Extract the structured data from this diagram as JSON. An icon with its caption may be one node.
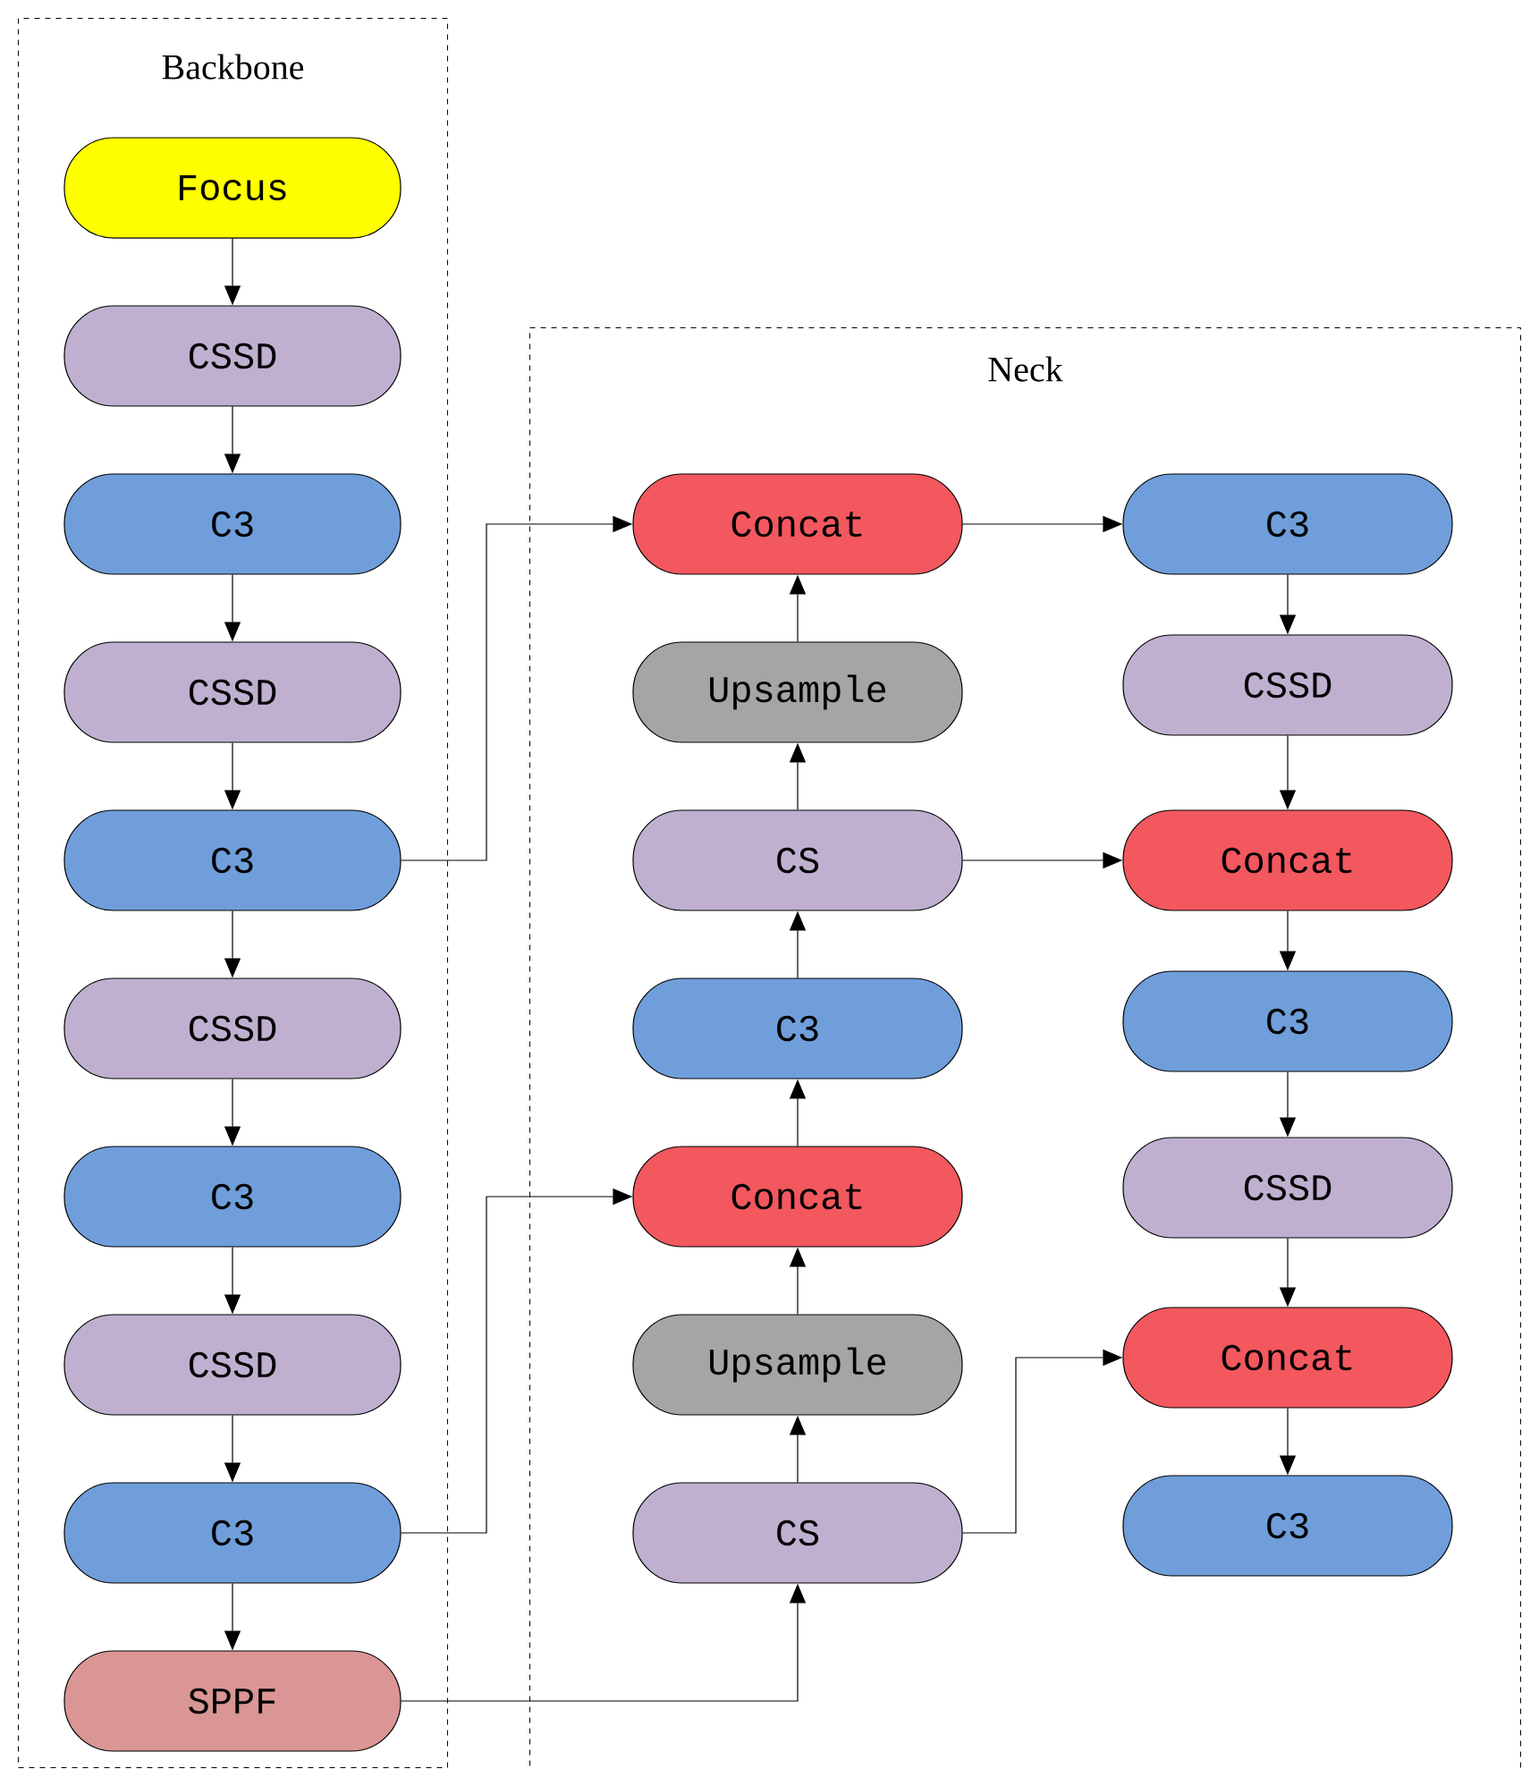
{
  "diagram": {
    "nodes": [
      {
        "text": [
          "Backbone"
        ]
      },
      {
        "text": [
          "Focus"
        ],
        "in": 0
      },
      {
        "text": [
          "CSSD"
        ],
        "in": 0
      },
      {
        "text": [
          "C3"
        ],
        "in": 0
      },
      {
        "text": [
          "CSSD"
        ],
        "in": 0
      },
      {
        "text": [
          "C3"
        ],
        "in": 0
      },
      {
        "text": [
          "CSSD"
        ],
        "in": 0
      },
      {
        "text": [
          "C3"
        ],
        "in": 0
      },
      {
        "text": [
          "CSSD"
        ],
        "in": 0
      },
      {
        "text": [
          "C3"
        ],
        "in": 0
      },
      {
        "text": [
          "SPPF"
        ],
        "in": 0
      },
      {
        "text": [
          "Neck"
        ]
      },
      {
        "text": [
          "Concat"
        ],
        "in": 11
      },
      {
        "text": [
          "Upsample"
        ],
        "in": 11
      },
      {
        "text": [
          "CS"
        ],
        "in": 11
      },
      {
        "text": [
          "C3"
        ],
        "in": 11
      },
      {
        "text": [
          "Concat"
        ],
        "in": 11
      },
      {
        "text": [
          "Upsample"
        ],
        "in": 11
      },
      {
        "text": [
          "CS"
        ],
        "in": 11
      },
      {
        "text": [
          "C3"
        ],
        "in": 11
      },
      {
        "text": [
          "CSSD"
        ],
        "in": 11
      },
      {
        "text": [
          "Concat"
        ],
        "in": 11
      },
      {
        "text": [
          "C3"
        ],
        "in": 11
      },
      {
        "text": [
          "CSSD"
        ],
        "in": 11
      },
      {
        "text": [
          "Concat"
        ],
        "in": 11
      },
      {
        "text": [
          "C3"
        ],
        "in": 11
      }
    ],
    "edges": [
      {
        "from": 1,
        "to": 2,
        "arrow": "to"
      },
      {
        "from": 2,
        "to": 3,
        "arrow": "to"
      },
      {
        "from": 3,
        "to": 4,
        "arrow": "to"
      },
      {
        "from": 4,
        "to": 5,
        "arrow": "to"
      },
      {
        "from": 5,
        "to": 6,
        "arrow": "to"
      },
      {
        "from": 6,
        "to": 7,
        "arrow": "to"
      },
      {
        "from": 7,
        "to": 8,
        "arrow": "to"
      },
      {
        "from": 8,
        "to": 9,
        "arrow": "to"
      },
      {
        "from": 9,
        "to": 10,
        "arrow": "to"
      },
      {
        "from": 5,
        "to": 12,
        "arrow": "to"
      },
      {
        "from": 9,
        "to": 16,
        "arrow": "to"
      },
      {
        "from": 10,
        "to": 18,
        "arrow": "to"
      },
      {
        "from": 18,
        "to": 17,
        "arrow": "to"
      },
      {
        "from": 17,
        "to": 16,
        "arrow": "to"
      },
      {
        "from": 16,
        "to": 15,
        "arrow": "to"
      },
      {
        "from": 15,
        "to": 14,
        "arrow": "to"
      },
      {
        "from": 14,
        "to": 13,
        "arrow": "to"
      },
      {
        "from": 13,
        "to": 12,
        "arrow": "to"
      },
      {
        "from": 12,
        "to": 19,
        "arrow": "to"
      },
      {
        "from": 19,
        "to": 20,
        "arrow": "to"
      },
      {
        "from": 20,
        "to": 21,
        "arrow": "to"
      },
      {
        "from": 14,
        "to": 21,
        "arrow": "to"
      },
      {
        "from": 21,
        "to": 22,
        "arrow": "to"
      },
      {
        "from": 22,
        "to": 23,
        "arrow": "to"
      },
      {
        "from": 23,
        "to": 24,
        "arrow": "to"
      },
      {
        "from": 18,
        "to": 24,
        "arrow": "to"
      },
      {
        "from": 24,
        "to": 25,
        "arrow": "to"
      }
    ]
  }
}
